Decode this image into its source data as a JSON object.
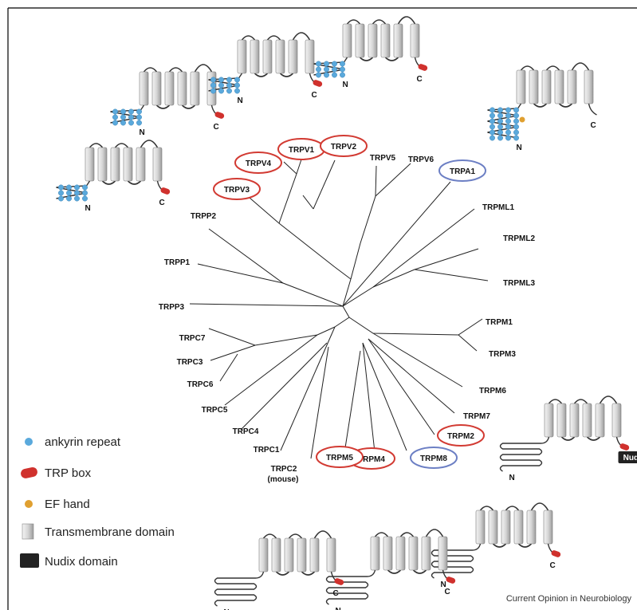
{
  "tree": {
    "labels": [
      {
        "id": "trpv1",
        "text": "TRPV1",
        "circled": "red"
      },
      {
        "id": "trpv2",
        "text": "TRPV2",
        "circled": "red"
      },
      {
        "id": "trpv4",
        "text": "TRPV4",
        "circled": "red"
      },
      {
        "id": "trpv3",
        "text": "TRPV3",
        "circled": "red"
      },
      {
        "id": "trpv5",
        "text": "TRPV5",
        "circled": ""
      },
      {
        "id": "trpv6",
        "text": "TRPV6",
        "circled": ""
      },
      {
        "id": "trpa1",
        "text": "TRPA1",
        "circled": "blue"
      },
      {
        "id": "trpml1",
        "text": "TRPML1",
        "circled": ""
      },
      {
        "id": "trpml2",
        "text": "TRPML2",
        "circled": ""
      },
      {
        "id": "trpml3",
        "text": "TRPML3",
        "circled": ""
      },
      {
        "id": "trpm1",
        "text": "TRPM1",
        "circled": ""
      },
      {
        "id": "trpm3",
        "text": "TRPM3",
        "circled": ""
      },
      {
        "id": "trpm6",
        "text": "TRPM6",
        "circled": ""
      },
      {
        "id": "trpm7",
        "text": "TRPM7",
        "circled": ""
      },
      {
        "id": "trpm2",
        "text": "TRPM2",
        "circled": "red"
      },
      {
        "id": "trpm8",
        "text": "TRPM8",
        "circled": "blue"
      },
      {
        "id": "trpm4",
        "text": "TRPM4",
        "circled": "red"
      },
      {
        "id": "trpm5",
        "text": "TRPM5",
        "circled": "red"
      },
      {
        "id": "trpc2",
        "text": "TRPC2",
        "circled": ""
      },
      {
        "id": "trpc1",
        "text": "TRPC1",
        "circled": ""
      },
      {
        "id": "trpc4",
        "text": "TRPC4",
        "circled": ""
      },
      {
        "id": "trpc5",
        "text": "TRPC5",
        "circled": ""
      },
      {
        "id": "trpc6",
        "text": "TRPC6",
        "circled": ""
      },
      {
        "id": "trpc3",
        "text": "TRPC3",
        "circled": ""
      },
      {
        "id": "trpc7",
        "text": "TRPC7",
        "circled": ""
      },
      {
        "id": "trpp3",
        "text": "TRPP3",
        "circled": ""
      },
      {
        "id": "trpp1",
        "text": "TRPP1",
        "circled": ""
      },
      {
        "id": "trpp2",
        "text": "TRPP2",
        "circled": ""
      }
    ],
    "trpc2_note": "(mouse)"
  },
  "terminals": {
    "n": "N",
    "c": "C"
  },
  "nudix_label": "Nudix",
  "legend": [
    {
      "id": "ankyrin",
      "label": "ankyrin repeat",
      "color": "#5aa9dc"
    },
    {
      "id": "trpbox",
      "label": "TRP box",
      "color": "#d0312d"
    },
    {
      "id": "efhand",
      "label": "EF hand",
      "color": "#e0a030"
    },
    {
      "id": "tm",
      "label": "Transmembrane domain",
      "color": "#cccccc"
    },
    {
      "id": "nudix",
      "label": "Nudix domain",
      "color": "#222222"
    }
  ],
  "credit": "Current Opinion in Neurobiology",
  "colors": {
    "red_circle": "#d23a32",
    "blue_circle": "#6c7fc4"
  }
}
